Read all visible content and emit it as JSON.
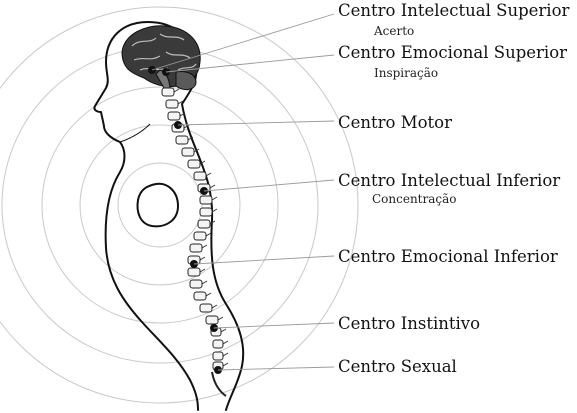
{
  "diagram": {
    "centers": [
      {
        "id": "intelectual-superior",
        "title": "Centro Intelectual Superior",
        "subtitle": "Acerto"
      },
      {
        "id": "emocional-superior",
        "title": "Centro Emocional Superior",
        "subtitle": "Inspiração"
      },
      {
        "id": "motor",
        "title": "Centro Motor",
        "subtitle": ""
      },
      {
        "id": "intelectual-inferior",
        "title": "Centro Intelectual Inferior",
        "subtitle": "Concentração"
      },
      {
        "id": "emocional-inferior",
        "title": "Centro Emocional Inferior",
        "subtitle": ""
      },
      {
        "id": "instintivo",
        "title": "Centro Instintivo",
        "subtitle": ""
      },
      {
        "id": "sexual",
        "title": "Centro Sexual",
        "subtitle": ""
      }
    ]
  }
}
